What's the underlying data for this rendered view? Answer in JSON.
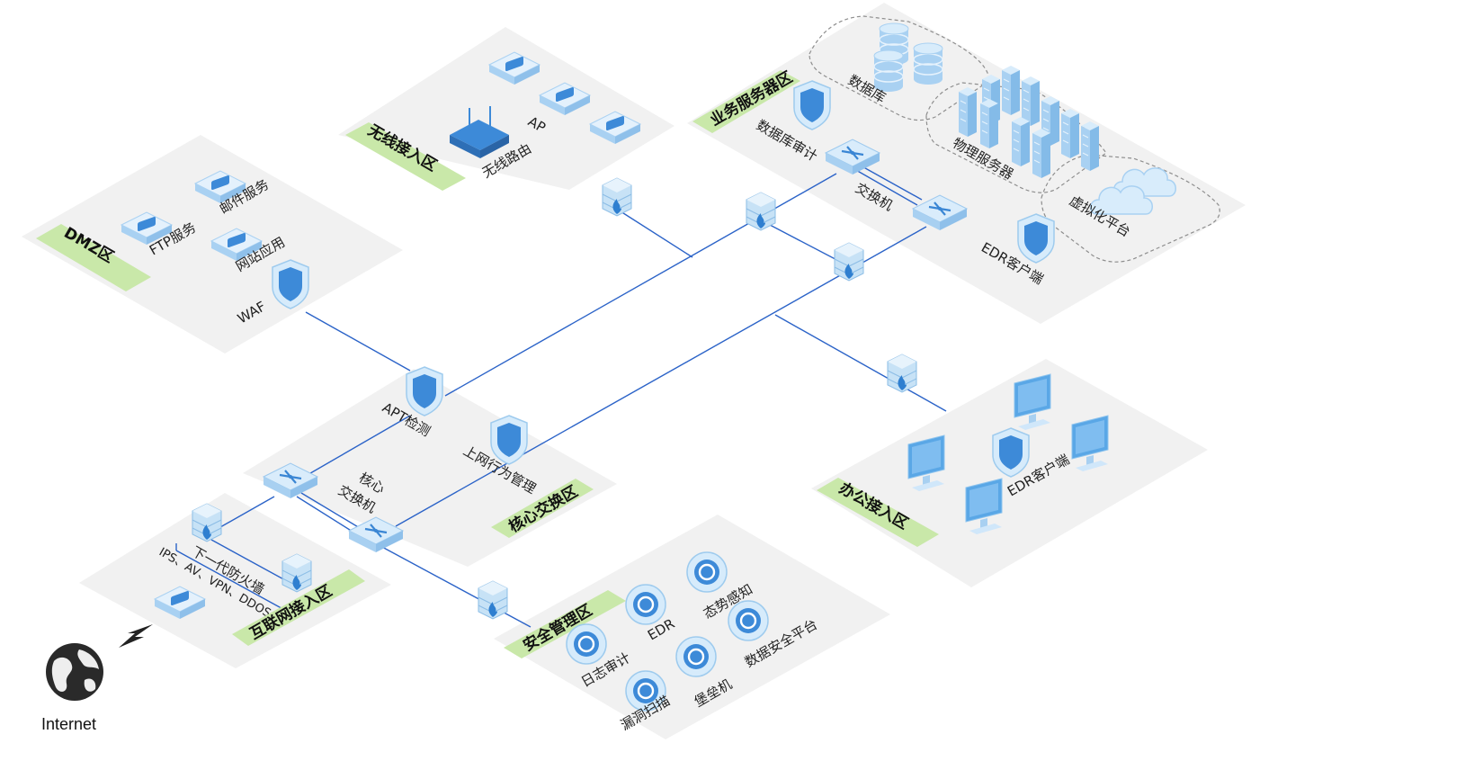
{
  "colors": {
    "zone_bg": "#f1f1f1",
    "zone_label_bg": "#c9e8a9",
    "link": "#2b63c8",
    "device_light": "#d8ecfb",
    "device_mid": "#a9d1f2",
    "device_dark": "#4a97d8",
    "firewall": "#b9d9f1"
  },
  "zones": {
    "dmz": "DMZ区",
    "wireless": "无线接入区",
    "business": "业务服务器区",
    "core": "核心交换区",
    "office": "办公接入区",
    "internet_access": "互联网接入区",
    "security": "安全管理区"
  },
  "labels": {
    "ftp": "FTP服务",
    "mail": "邮件服务",
    "web": "网站应用",
    "waf": "WAF",
    "ap": "AP",
    "router": "无线路由",
    "database": "数据库",
    "db_audit": "数据库审计",
    "physical_servers": "物理服务器",
    "switch": "交换机",
    "virtual_platform": "虚拟化平台",
    "edr_client_business": "EDR客户端",
    "apt": "APT检测",
    "behavior_mgmt": "上网行为管理",
    "core_switch_line1": "核心",
    "core_switch_line2": "交换机",
    "ngfw": "下一代防火墙",
    "ngfw_features": "IPS、AV、VPN、DDOS",
    "edr_client_office": "EDR客户端",
    "log_audit": "日志审计",
    "edr": "EDR",
    "situational": "态势感知",
    "vuln_scan": "漏洞扫描",
    "bastion": "堡垒机",
    "data_security": "数据安全平台",
    "internet": "Internet"
  },
  "icons": {
    "globe": "globe-icon",
    "lightning": "lightning-icon",
    "firewall": "firewall-icon",
    "switch": "switch-icon",
    "server": "server-icon",
    "database": "database-icon",
    "cloud": "cloud-icon",
    "monitor": "monitor-icon",
    "shield": "shield-icon",
    "router": "router-icon",
    "access_point": "access-point-icon"
  }
}
